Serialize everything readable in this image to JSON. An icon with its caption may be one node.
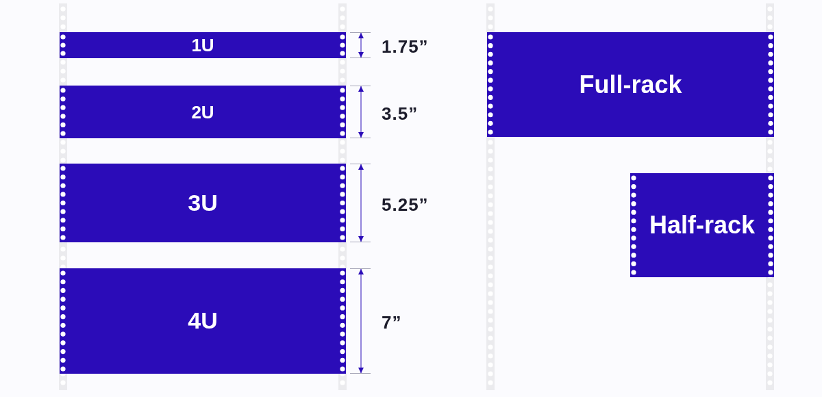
{
  "diagram": {
    "nodes": [
      {
        "text": [
          "1U"
        ]
      },
      {
        "text": [
          "2U"
        ]
      },
      {
        "text": [
          "3U"
        ]
      },
      {
        "text": [
          "4U"
        ]
      },
      {
        "text": [
          "Full-rack"
        ]
      },
      {
        "text": [
          "Half-rack"
        ]
      }
    ],
    "edges": [],
    "labels": [
      "1.75”",
      "3.5”",
      "5.25”",
      "7”"
    ]
  }
}
